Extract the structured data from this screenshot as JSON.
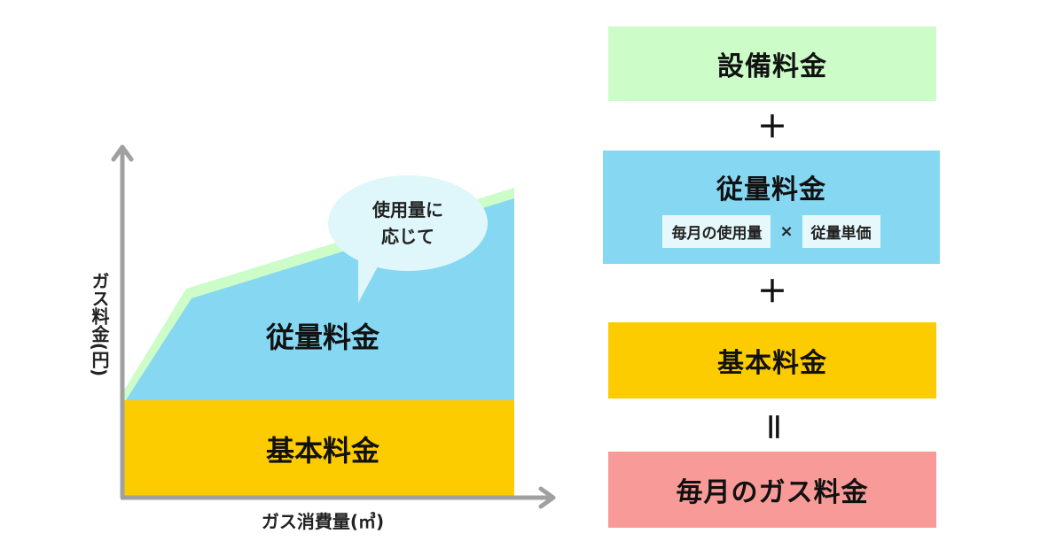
{
  "graph": {
    "y_axis_label": "ガス料金(円)",
    "x_axis_label": "ガス消費量(㎥)",
    "variable_area_label": "従量料金",
    "base_area_label": "基本料金",
    "bubble_line1": "使用量に",
    "bubble_line2": "応じて"
  },
  "formula": {
    "equipment_fee": "設備料金",
    "plus_1": "＋",
    "variable_fee": "従量料金",
    "monthly_usage": "毎月の使用量",
    "times": "×",
    "unit_price": "従量単価",
    "plus_2": "＋",
    "base_fee": "基本料金",
    "equals": "＝",
    "monthly_gas_fee": "毎月のガス料金"
  },
  "colors": {
    "equipment": "#ccfcc8",
    "variable": "#86d7f2",
    "base": "#fccc00",
    "total": "#f89a98",
    "bubble": "#dff7fa",
    "axis": "#a0a0a0"
  }
}
